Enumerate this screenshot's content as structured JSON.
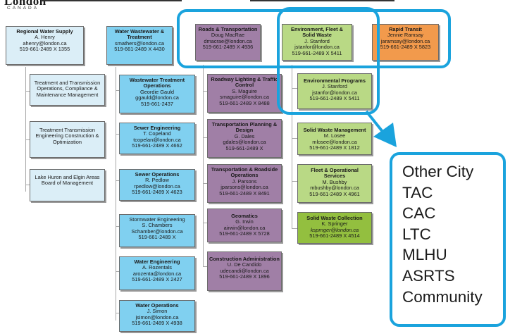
{
  "logo": {
    "name": "London",
    "sub": "CANADA"
  },
  "top_row": {
    "regional_water": {
      "title": "Regional Water Supply",
      "lines": [
        "A. Henry",
        "ahenry@london.ca",
        "519-661-2489 X 1355"
      ]
    },
    "water_wastewater": {
      "title": "Water Wastewater & Treatment",
      "lines": [
        "smathers@london.ca",
        "519-661-2489 X 4430"
      ]
    },
    "roads": {
      "title": "Roads & Transportation",
      "lines": [
        "Doug MacRae",
        "dmacrae@london.ca",
        "519-661-2489 X 4936"
      ]
    },
    "environment": {
      "title": "Environment, Fleet & Solid Waste",
      "lines": [
        "J. Stanford",
        "jstanfor@london.ca",
        "519-661-2489 X 5411"
      ]
    },
    "rapid_transit": {
      "title": "Rapid Transit",
      "lines": [
        "Jennie Ramsay",
        "jaramsay@london.ca",
        "519-661-2489 X 5823"
      ]
    }
  },
  "regional_children": [
    {
      "title": "Treatment and Transmission Operations, Compliance & Maintenance Management"
    },
    {
      "title": "Treatment Transmission Engineering Construction & Optimization"
    },
    {
      "title": "Lake Huron and Elgin Areas Board of Management"
    }
  ],
  "water_children": [
    {
      "title": "Wastewater Treatment Operations",
      "lines": [
        "Geordie Gauld",
        "ggauld@london.ca",
        "519-661-2437"
      ]
    },
    {
      "title": "Sewer Engineering",
      "lines": [
        "T. Copeland",
        "tcopelan@london.ca",
        "519-661-2489 X 4662"
      ]
    },
    {
      "title": "Sewer Operations",
      "lines": [
        "R. Pedlow",
        "rpedlow@london.ca",
        "519-661-2489 X 4623"
      ]
    },
    {
      "title": "Stormwater Engineering",
      "lines": [
        "S. Chambers",
        "Schamber@london.ca",
        "519-661-2489 X"
      ]
    },
    {
      "title": "Water Engineering",
      "lines": [
        "A. Rozentals",
        "arozenta@london.ca",
        "519-661-2489 X 2427"
      ]
    },
    {
      "title": "Water Operations",
      "lines": [
        "J. Simon",
        "jsimon@london.ca",
        "519-661-2489 X 4938"
      ]
    }
  ],
  "roads_children": [
    {
      "title": "Roadway Lighting & Traffic Control",
      "lines": [
        "S. Maguire",
        "smaguire@london.ca",
        "519-661-2489 X 8488"
      ]
    },
    {
      "title": "Transportation Planning & Design",
      "lines": [
        "G. Dales",
        "gdales@london.ca",
        "519-661-2489 X"
      ]
    },
    {
      "title": "Transportation & Roadside Operations",
      "lines": [
        "J. Parsons",
        "jparsons@london.ca",
        "519-661-2489 X 8491"
      ]
    },
    {
      "title": "Geomatics",
      "lines": [
        "G. Irwin",
        "airwin@london.ca",
        "519-661-2489 X 5728"
      ]
    },
    {
      "title": "Construction Administration",
      "lines": [
        "U. De Candido",
        "udecandi@london.ca",
        "519-661-2489 X 1896"
      ]
    }
  ],
  "env_children": [
    {
      "title": "Environmental Programs",
      "lines": [
        "J. Stanford",
        "jstanfor@london.ca",
        "519-661-2489 X 5411"
      ]
    },
    {
      "title": "Solid Waste Management",
      "lines": [
        "M. Losee",
        "mlosee@london.ca",
        "519-661-2489 X 1812"
      ]
    },
    {
      "title": "Fleet & Operational Services",
      "lines": [
        "M. Bushby",
        "mbushby@london.ca",
        "519-661-2489 X 4961"
      ]
    },
    {
      "title": "Solid Waste Collection",
      "lines": [
        "K. Springer",
        "ksprnger@london.ca",
        "519-661-2489 X 4514"
      ]
    }
  ],
  "callout": {
    "items": [
      "Other City",
      "TAC",
      "CAC",
      "LTC",
      "MLHU",
      "ASRTS",
      "Community"
    ]
  },
  "colors": {
    "highlight": "#1aa3dd",
    "light_blue": "#dbeef7",
    "blue": "#80d0f0",
    "purple": "#a07fa6",
    "green": "#b9d985",
    "orange": "#f29a4c",
    "dark_green": "#93bf3f"
  }
}
